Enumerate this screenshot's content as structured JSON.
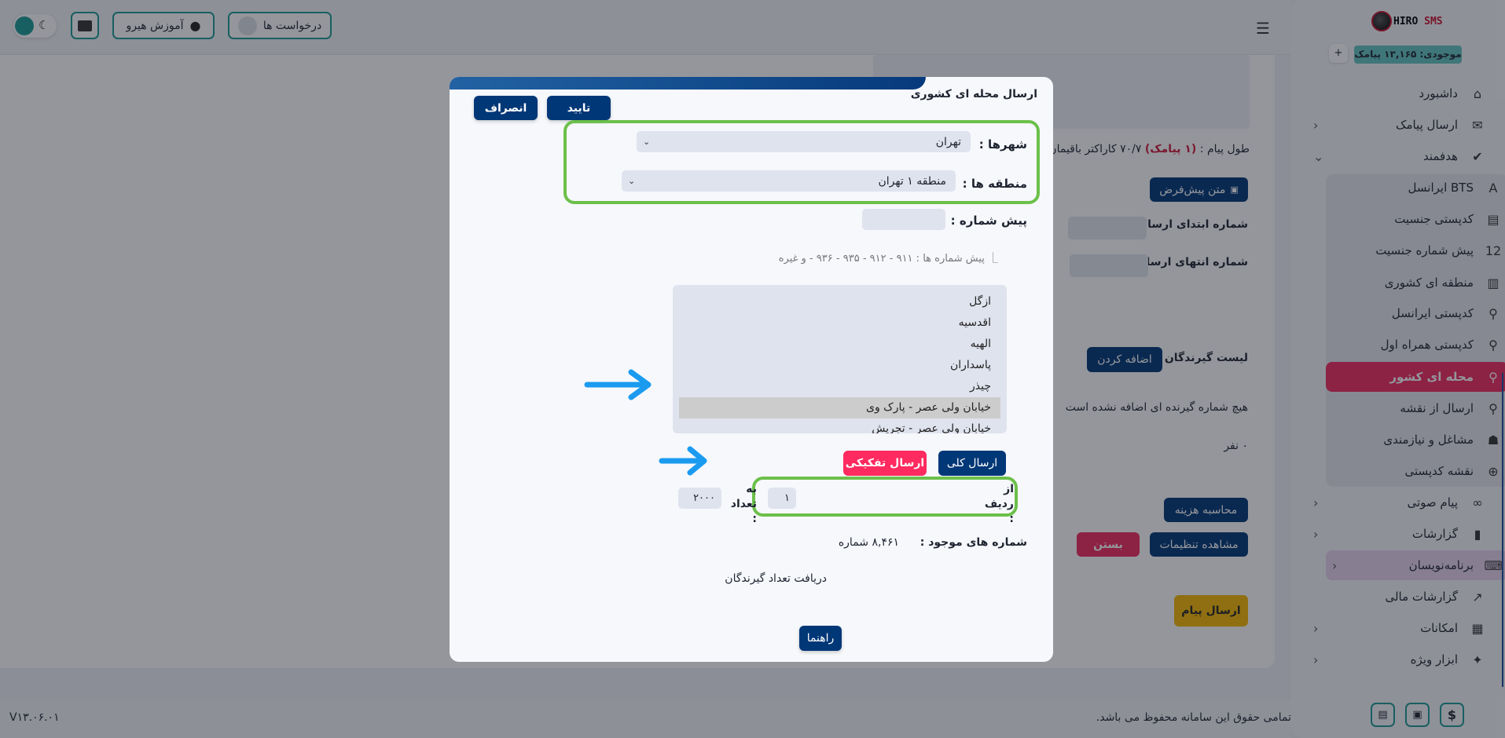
{
  "topbar": {
    "requests_label": "درخواست ها",
    "training_label": "آموزش هیرو",
    "theme_toggle": "dark-mode",
    "accent": "#1a9a96"
  },
  "sidebar": {
    "logo": "HIRO SMS",
    "balance": "موجودی: ۱۳,۱۶۵ پیامک",
    "items": [
      {
        "label": "داشبورد",
        "icon": "home-icon",
        "glyph": "⌂",
        "chevron": ""
      },
      {
        "label": "ارسال پیامک",
        "icon": "sms-icon",
        "glyph": "✉",
        "chevron": "‹"
      },
      {
        "label": "هدفمند",
        "icon": "target-message-icon",
        "glyph": "✔",
        "chevron": "⌄"
      },
      {
        "label": "BTS ایرانسل",
        "icon": "antenna-icon",
        "glyph": "A",
        "chevron": "",
        "sub": true
      },
      {
        "label": "کدپستی جنسیت",
        "icon": "id-card-icon",
        "glyph": "▤",
        "chevron": "",
        "sub": true
      },
      {
        "label": "پیش شماره جنسیت",
        "icon": "number-12-icon",
        "glyph": "12",
        "chevron": "",
        "sub": true
      },
      {
        "label": "منطقه ای کشوری",
        "icon": "map-icon",
        "glyph": "▥",
        "chevron": "",
        "sub": true
      },
      {
        "label": "کدپستی ایرانسل",
        "icon": "map-pin-icon",
        "glyph": "⚲",
        "chevron": "",
        "sub": true
      },
      {
        "label": "کدپستی همراه اول",
        "icon": "map-pin-icon",
        "glyph": "⚲",
        "chevron": "",
        "sub": true
      },
      {
        "label": "محله ای کشور",
        "icon": "map-pin-icon",
        "glyph": "⚲",
        "chevron": "",
        "sub": true,
        "active": true
      },
      {
        "label": "ارسال از نقشه",
        "icon": "map-pin-icon",
        "glyph": "⚲",
        "chevron": "",
        "sub": true
      },
      {
        "label": "مشاغل و نیازمندی",
        "icon": "people-chat-icon",
        "glyph": "☗",
        "chevron": "",
        "sub": true
      },
      {
        "label": "نقشه کدپستی",
        "icon": "globe-icon",
        "glyph": "⊕",
        "chevron": "",
        "sub": true
      },
      {
        "label": "پیام صوتی",
        "icon": "voicemail-icon",
        "glyph": "∞",
        "chevron": "‹"
      },
      {
        "label": "گزارشات",
        "icon": "report-icon",
        "glyph": "▮",
        "chevron": "‹"
      },
      {
        "label": "برنامه‌نویسان",
        "icon": "code-laptop-icon",
        "glyph": "⌨",
        "chevron": "‹",
        "highlight": true
      },
      {
        "label": "گزارشات مالی",
        "icon": "finance-chart-icon",
        "glyph": "↗",
        "chevron": ""
      },
      {
        "label": "امکانات",
        "icon": "features-icon",
        "glyph": "▦",
        "chevron": "‹"
      },
      {
        "label": "ابزار ویژه",
        "icon": "sparkles-icon",
        "glyph": "✦",
        "chevron": "‹"
      }
    ],
    "active_color": "#f02a5e",
    "highlight_color": "#e7d3ee"
  },
  "page": {
    "message_length_prefix": "طول پیام : ",
    "message_length_sms": "(۱ پیامک)",
    "message_length_suffix": " ۷۰/۷ کاراکتر باقیمان",
    "default_text_button": "متن پیش‌فرض",
    "start_number_label": "شماره ابتدای ارسال :",
    "end_number_label": "شماره انتهای ارسال :",
    "recipients_label": "لیست گیرندگان :",
    "add_button": "اضافه کردن",
    "no_recipients": "هیچ شماره گیرنده ای اضافه نشده است",
    "count": "۰ نفر",
    "calc_cost_button": "محاسبه هزینه",
    "view_settings_button": "مشاهده تنظیمات",
    "close_button": "بستن",
    "send_button": "ارسال پیام"
  },
  "footer": {
    "copyright": "تمامی حقوق این سامانه محفوظ می باشد.",
    "version": "V۱۳.۰۶.۰۱"
  },
  "modal": {
    "title": "ارسال محله ای کشوری",
    "confirm_button": "تایید",
    "cancel_button": "انصراف",
    "cities_label": "شهرها :",
    "cities_value": "تهران",
    "regions_label": "منطقه ها :",
    "regions_value": "منطقه ۱ تهران",
    "prefix_label": "پیش شماره :",
    "prefix_value": "",
    "prefix_hint": "پیش شماره ها : ۹۱۱ - ۹۱۲ - ۹۳۵ - ۹۳۶ - و غیره",
    "neighborhoods": [
      "ازگل",
      "اقدسیه",
      "الهیه",
      "پاسداران",
      "چیذر",
      "خیابان ولی عصر - پارک وی",
      "خیابان ولی عصر - تجریش"
    ],
    "selected_neighborhood": "خیابان ولی عصر - پارک وی",
    "send_all_button": "ارسال کلی",
    "send_split_button": "ارسال تفکیکی",
    "from_row_label": "از ردیف :",
    "from_row_value": "۱",
    "count_label": "به تعداد :",
    "count_value": "۲۰۰۰",
    "available_label": "شماره های موجود :",
    "available_value": "۸,۴۶۱ شماره",
    "receive_count_link": "دریافت تعداد گیرندگان",
    "help_button": "راهنما",
    "colors": {
      "primary": "#003777",
      "danger": "#ff2a5f",
      "highlight": "#6cc04a",
      "arrow": "#1a9bf0"
    }
  }
}
